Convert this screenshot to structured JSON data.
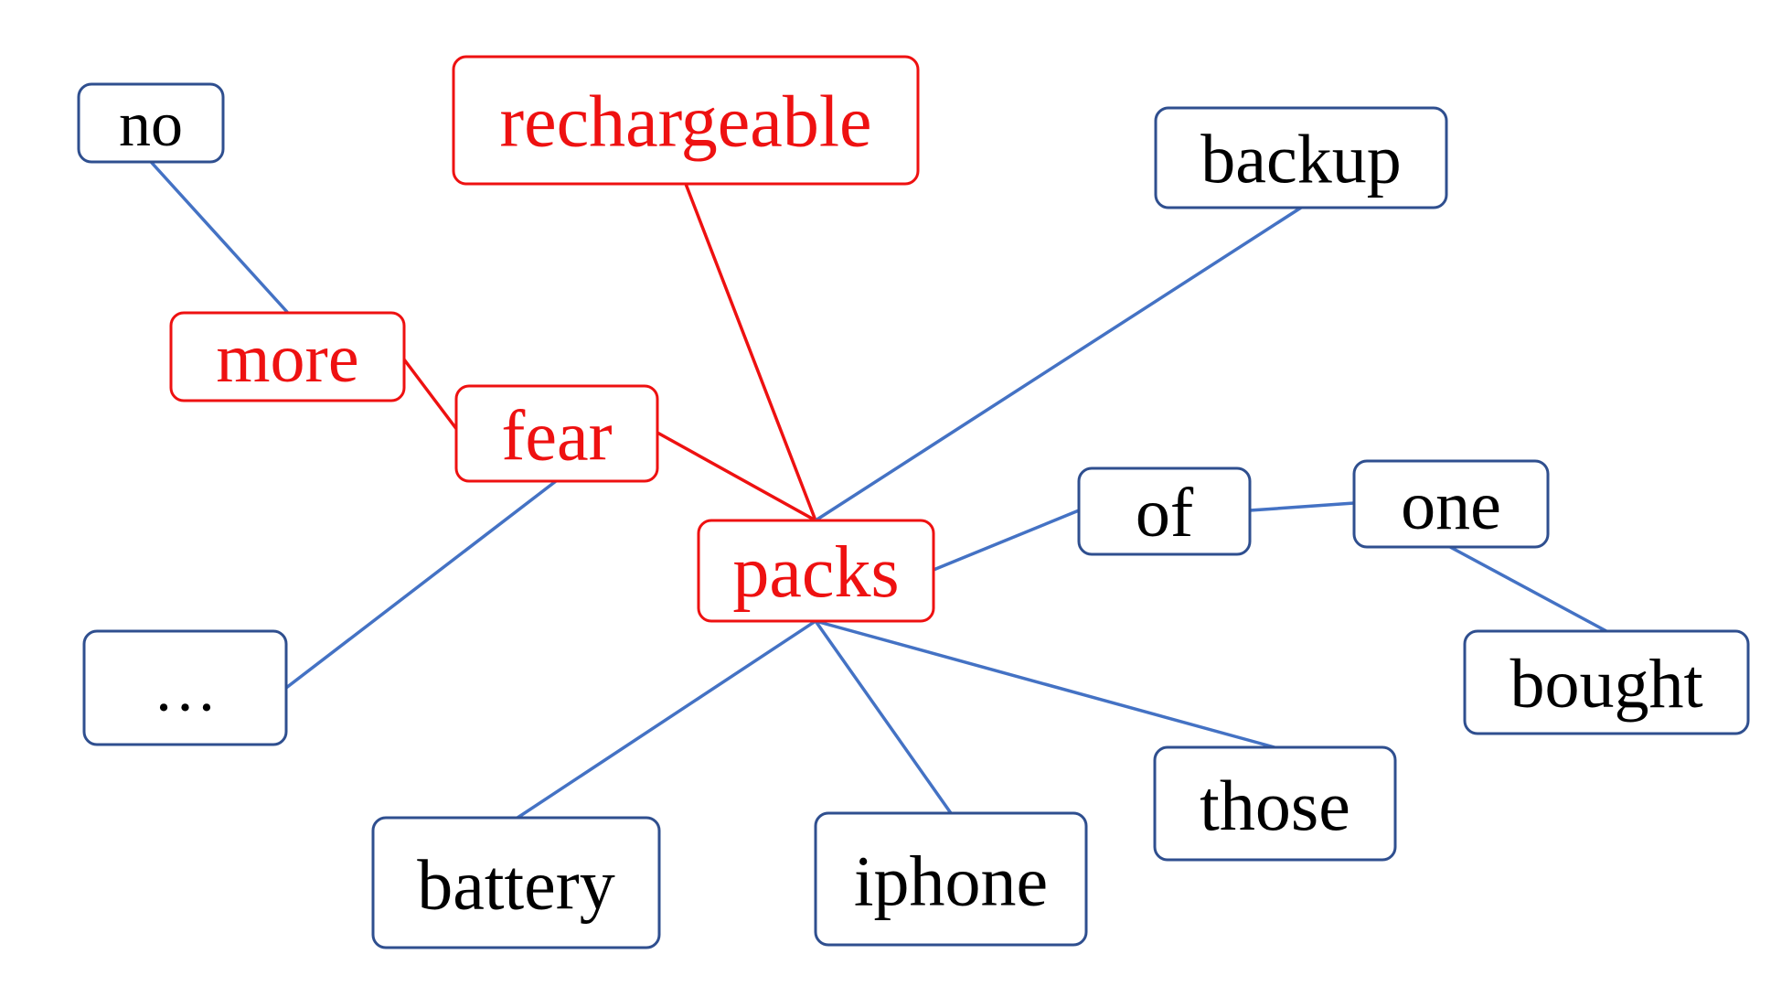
{
  "colors": {
    "highlight": "#ee1111",
    "normal_text": "#000000",
    "normal_border": "#2f4f8f",
    "normal_edge": "#4472c4"
  },
  "nodes": [
    {
      "id": "no",
      "label": "no",
      "highlighted": false
    },
    {
      "id": "rechargeable",
      "label": "rechargeable",
      "highlighted": true
    },
    {
      "id": "backup",
      "label": "backup",
      "highlighted": false
    },
    {
      "id": "more",
      "label": "more",
      "highlighted": true
    },
    {
      "id": "fear",
      "label": "fear",
      "highlighted": true
    },
    {
      "id": "packs",
      "label": "packs",
      "highlighted": true
    },
    {
      "id": "of",
      "label": "of",
      "highlighted": false
    },
    {
      "id": "one",
      "label": "one",
      "highlighted": false
    },
    {
      "id": "bought",
      "label": "bought",
      "highlighted": false
    },
    {
      "id": "ellipsis",
      "label": "…",
      "highlighted": false
    },
    {
      "id": "battery",
      "label": "battery",
      "highlighted": false
    },
    {
      "id": "iphone",
      "label": "iphone",
      "highlighted": false
    },
    {
      "id": "those",
      "label": "those",
      "highlighted": false
    }
  ],
  "edges": [
    {
      "from": "no",
      "to": "more",
      "highlighted": false
    },
    {
      "from": "more",
      "to": "fear",
      "highlighted": true
    },
    {
      "from": "fear",
      "to": "packs",
      "highlighted": true
    },
    {
      "from": "rechargeable",
      "to": "packs",
      "highlighted": true
    },
    {
      "from": "backup",
      "to": "packs",
      "highlighted": false
    },
    {
      "from": "fear",
      "to": "ellipsis",
      "highlighted": false
    },
    {
      "from": "packs",
      "to": "of",
      "highlighted": false
    },
    {
      "from": "of",
      "to": "one",
      "highlighted": false
    },
    {
      "from": "one",
      "to": "bought",
      "highlighted": false
    },
    {
      "from": "packs",
      "to": "battery",
      "highlighted": false
    },
    {
      "from": "packs",
      "to": "iphone",
      "highlighted": false
    },
    {
      "from": "packs",
      "to": "those",
      "highlighted": false
    }
  ]
}
